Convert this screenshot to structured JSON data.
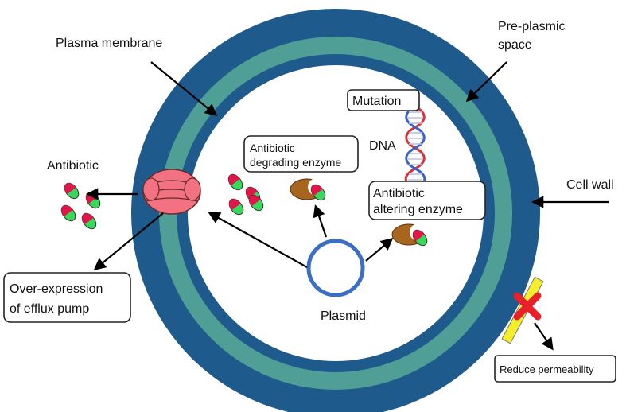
{
  "labels": {
    "plasma_membrane": "Plasma membrane",
    "pre_plasmic_1": "Pre-plasmic",
    "pre_plasmic_2": "space",
    "cell_wall": "Cell wall",
    "antibiotic": "Antibiotic",
    "mutation": "Mutation",
    "dna": "DNA",
    "degrading_1": "Antibiotic",
    "degrading_2": "degrading enzyme",
    "altering_1": "Antibiotic",
    "altering_2": "altering enzyme",
    "efflux_1": "Over-expression",
    "efflux_2": "of efflux pump",
    "plasmid": "Plasmid",
    "permeability": "Reduce permeability"
  },
  "colors": {
    "outer_ring": "#1f5a8c",
    "middle_ring": "#4f9f96",
    "plasmid": "#3a6fc4",
    "pump": "#f27282",
    "enzyme": "#a8651d",
    "antibiotic_red": "#e0164a",
    "antibiotic_green": "#38d85a",
    "porin": "#f4ef2a",
    "block": "#e8202a"
  }
}
